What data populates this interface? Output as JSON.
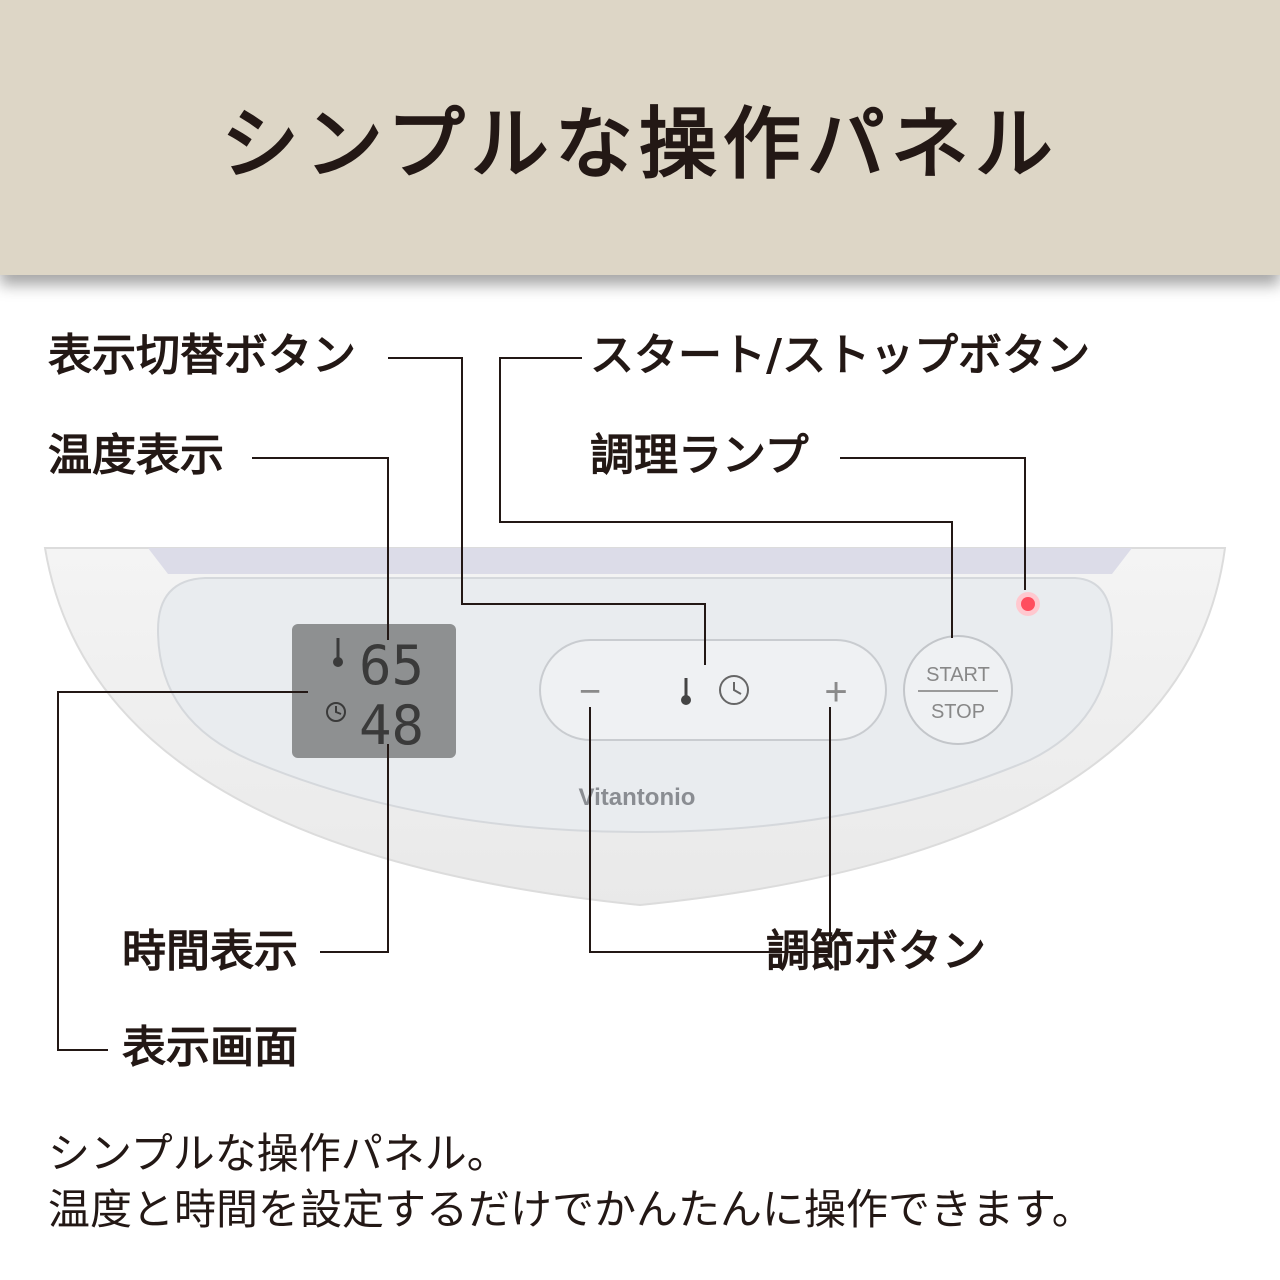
{
  "header": {
    "title": "シンプルな操作パネル"
  },
  "labels": {
    "display_switch_button": "表示切替ボタン",
    "temperature_display": "温度表示",
    "start_stop_button": "スタート/ストップボタン",
    "cooking_lamp": "調理ランプ",
    "time_display": "時間表示",
    "adjust_button": "調節ボタン",
    "display_screen": "表示画面"
  },
  "panel": {
    "lcd_temperature": "65",
    "lcd_time": "48",
    "minus_symbol": "−",
    "plus_symbol": "+",
    "start_label": "START",
    "stop_label": "STOP",
    "brand": "Vitantonio",
    "lamp_color": "#ff4d5e"
  },
  "caption": {
    "line1": "シンプルな操作パネル。",
    "line2": "温度と時間を設定するだけでかんたんに操作できます。"
  }
}
